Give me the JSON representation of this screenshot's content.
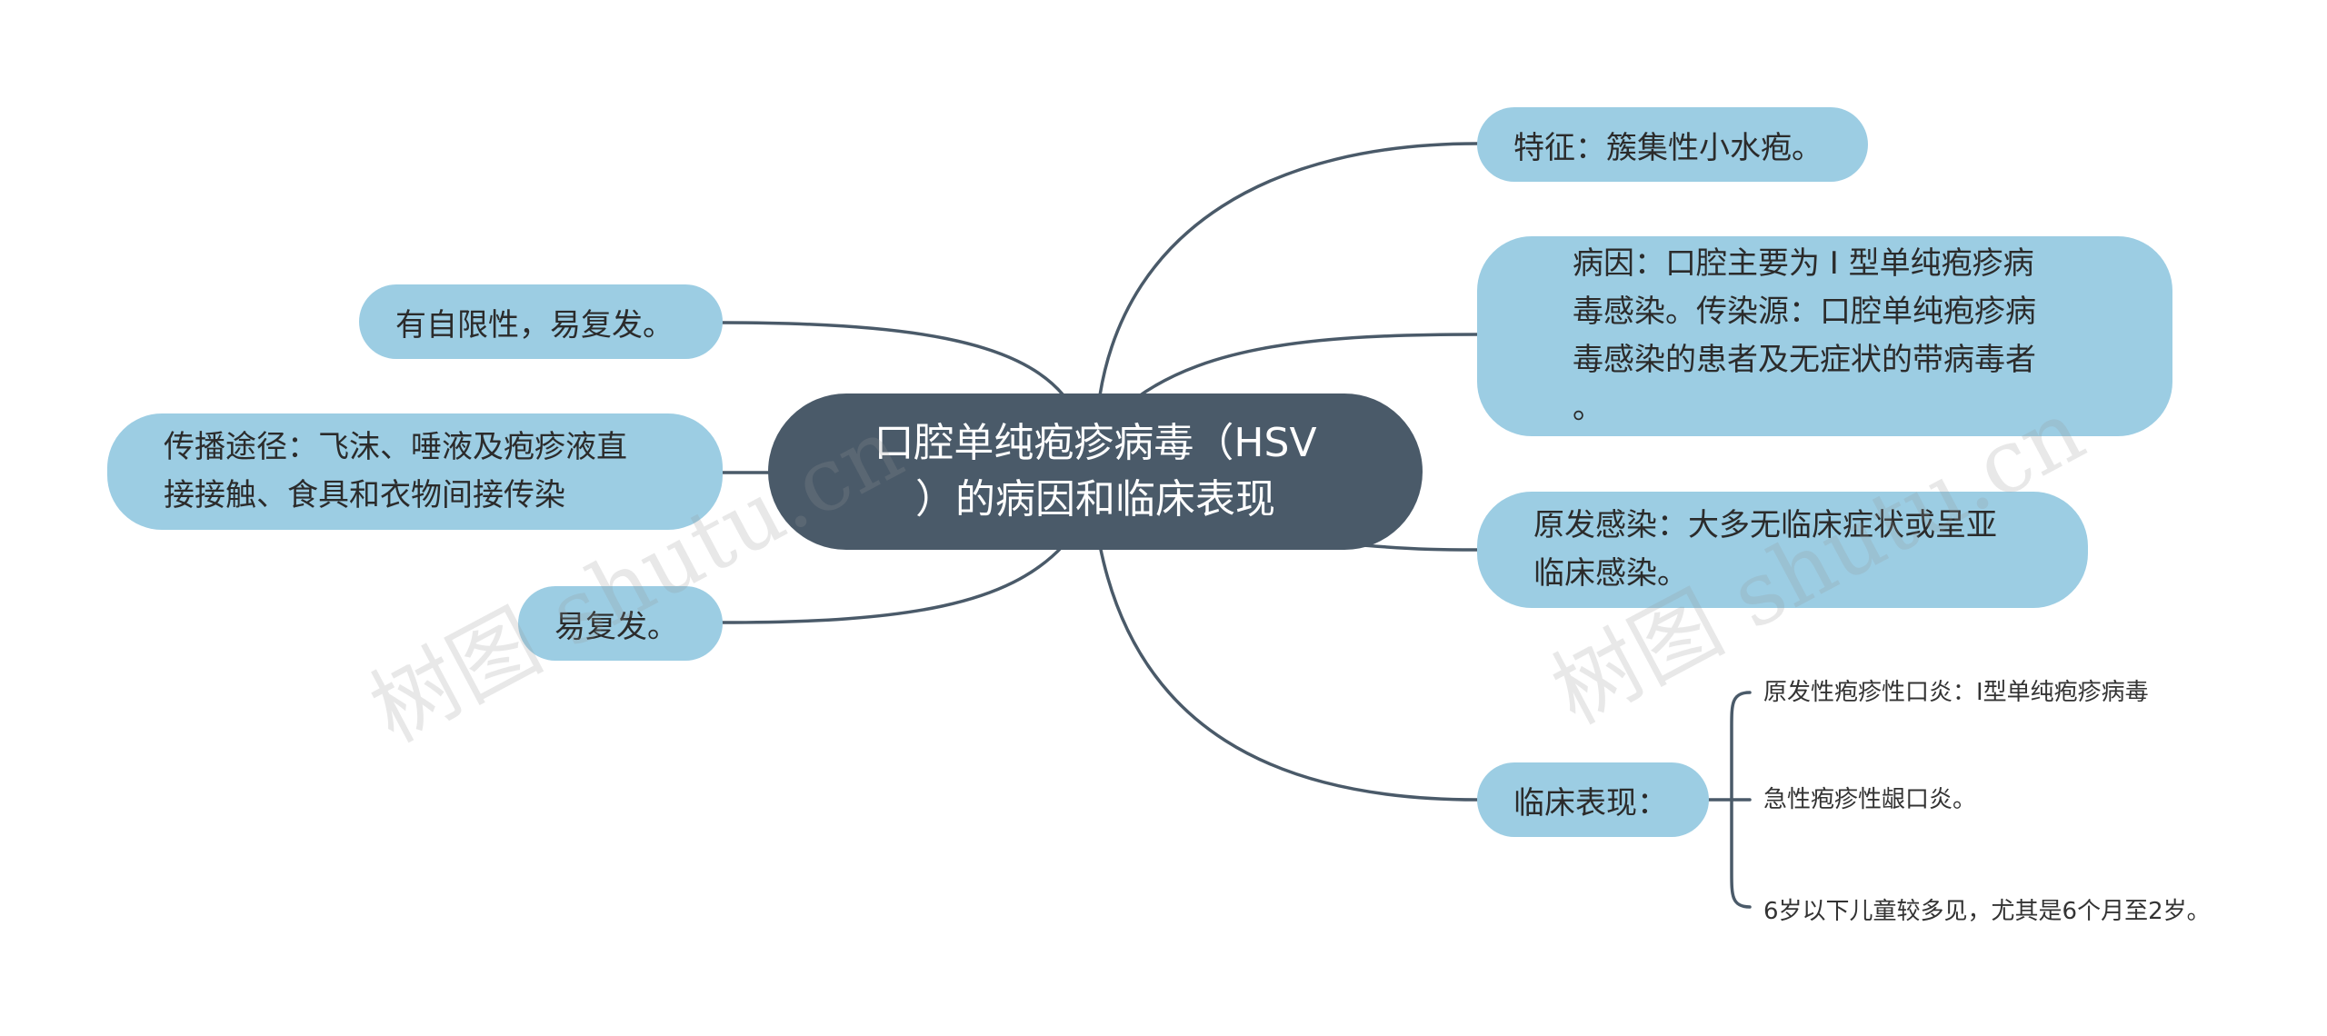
{
  "watermark": "树图 shutu.cn",
  "center": {
    "line1": "口腔单纯疱疹病毒（HSV",
    "line2": "）的病因和临床表现"
  },
  "left": {
    "self_limiting": "有自限性，易复发。",
    "transmission": {
      "line1": "传播途径：飞沫、唾液及疱疹液直",
      "line2": "接接触、食具和衣物间接传染"
    },
    "recurrence": "易复发。"
  },
  "right": {
    "feature": "特征：簇集性小水疱。",
    "etiology": {
      "line1": "病因：口腔主要为 I 型单纯疱疹病",
      "line2": "毒感染。传染源：口腔单纯疱疹病",
      "line3": "毒感染的患者及无症状的带病毒者",
      "line4": "。"
    },
    "primary": {
      "line1": "原发感染：大多无临床症状或呈亚",
      "line2": "临床感染。"
    },
    "clinical": {
      "label": "临床表现：",
      "items": [
        "原发性疱疹性口炎：I型单纯疱疹病毒",
        "急性疱疹性龈口炎。",
        "6岁以下儿童较多见，尤其是6个月至2岁。"
      ]
    }
  },
  "colors": {
    "center_fill": "#4a5a69",
    "node_fill": "#9ccde3",
    "connector": "#4a5a69"
  }
}
